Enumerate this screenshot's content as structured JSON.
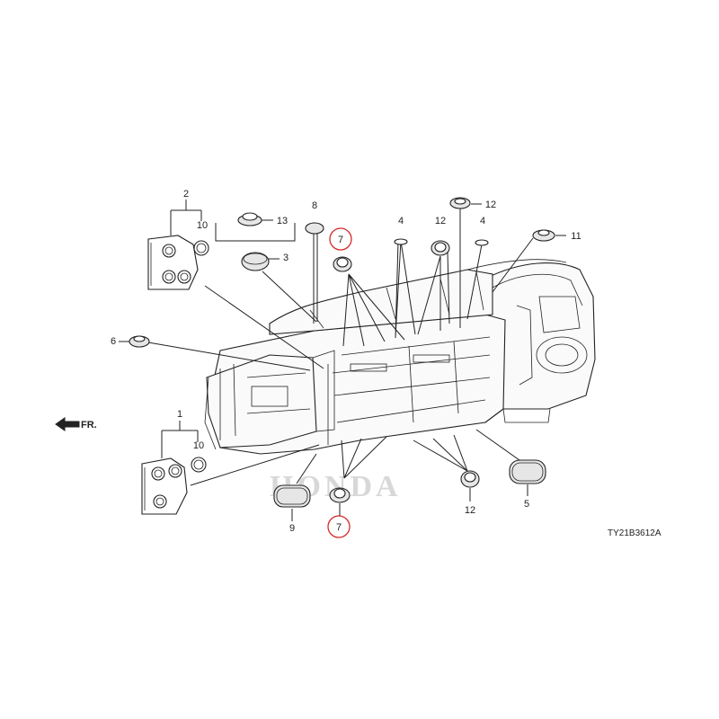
{
  "diagram": {
    "code": "TY21B3612A",
    "watermark": "HONDA",
    "direction": {
      "label": "FR."
    },
    "callouts": {
      "p1": "1",
      "p2": "2",
      "p3": "3",
      "p4a": "4",
      "p4b": "4",
      "p5": "5",
      "p6": "6",
      "p7top": "7",
      "p7bottom": "7",
      "p8": "8",
      "p9": "9",
      "p10top": "10",
      "p10bottom": "10",
      "p11": "11",
      "p12a": "12",
      "p12b": "12",
      "p12c": "12",
      "p13": "13"
    },
    "highlight_color": "#d42a2a"
  }
}
